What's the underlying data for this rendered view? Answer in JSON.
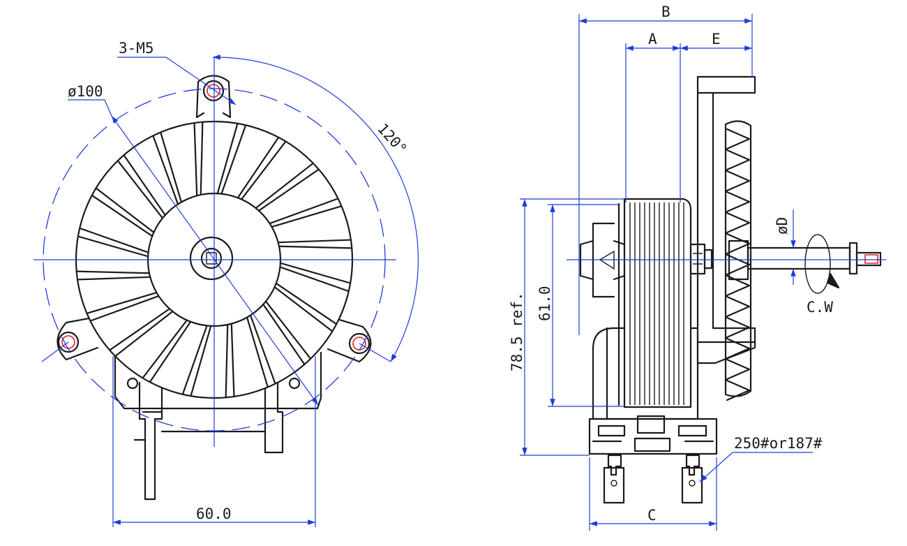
{
  "drawing": {
    "front_view": {
      "thread_callout": "3-M5",
      "diameter_label": "ø100",
      "angle_label": "120°",
      "width_label": "60.0"
    },
    "side_view": {
      "dim_b": "B",
      "dim_a": "A",
      "dim_e": "E",
      "dim_c": "C",
      "shaft_dia": "øD",
      "rotation": "C.W",
      "height_ref": "78.5 ref.",
      "height_core": "61.0",
      "terminal_spec": "250#or187#"
    }
  }
}
